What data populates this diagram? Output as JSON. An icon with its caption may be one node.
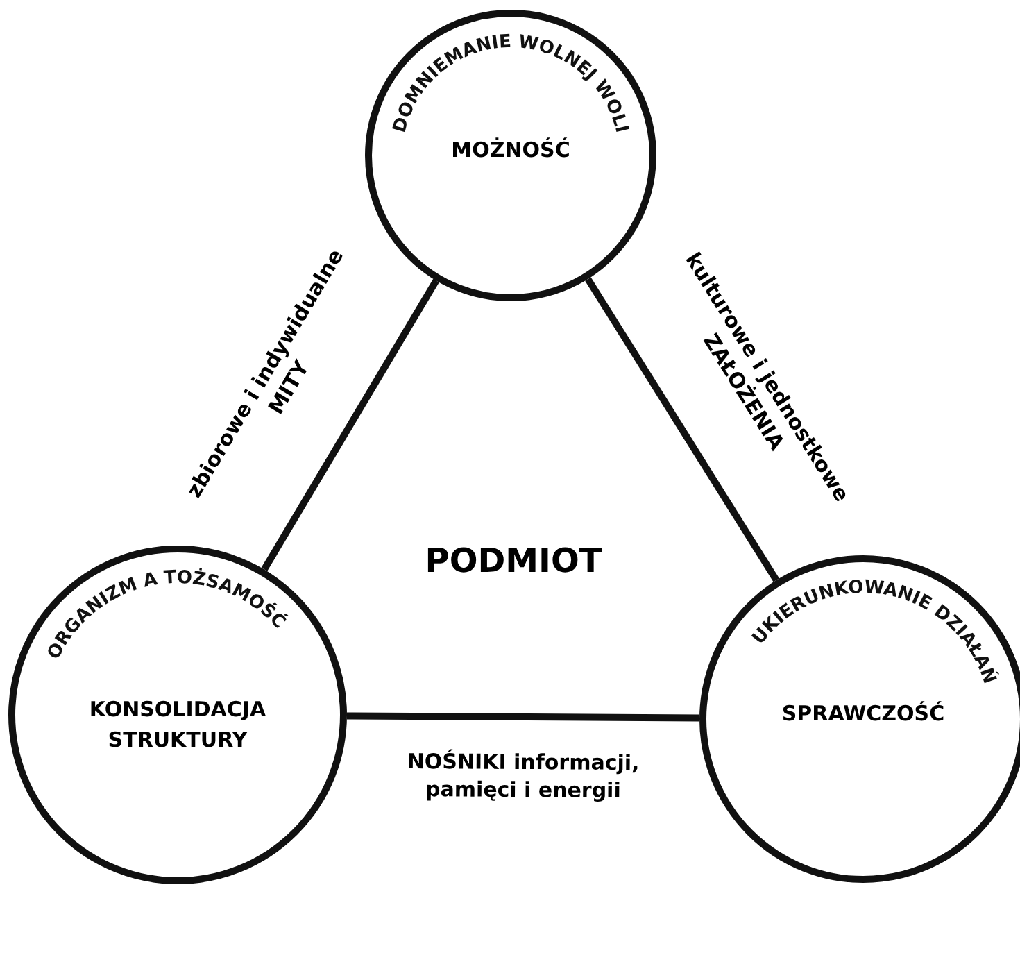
{
  "diagram": {
    "nodes": [
      {
        "text": [
          "DOMNIEMANIE WOLNEJ WOLI",
          "MOŻNOŚĆ"
        ]
      },
      {
        "text": [
          "ORGANIZM A TOŻSAMOŚĆ",
          "KONSOLIDACJA STRUKTURY"
        ]
      },
      {
        "text": [
          "UKIERUNKOWANIE DZIAŁAŃ",
          "SPRAWCZOŚĆ"
        ]
      }
    ],
    "edges": [
      {
        "from": 0,
        "to": 1,
        "arrow": "none",
        "label": "zbiorowe i indywidualne MITY"
      },
      {
        "from": 0,
        "to": 2,
        "arrow": "none",
        "label": "kulturowe i jednostkowe ZAŁOŻENIA"
      },
      {
        "from": 1,
        "to": 2,
        "arrow": "none",
        "label": "NOŚNIKI informacji, pamięci i energii"
      }
    ],
    "labels": [
      "PODMIOT"
    ]
  }
}
